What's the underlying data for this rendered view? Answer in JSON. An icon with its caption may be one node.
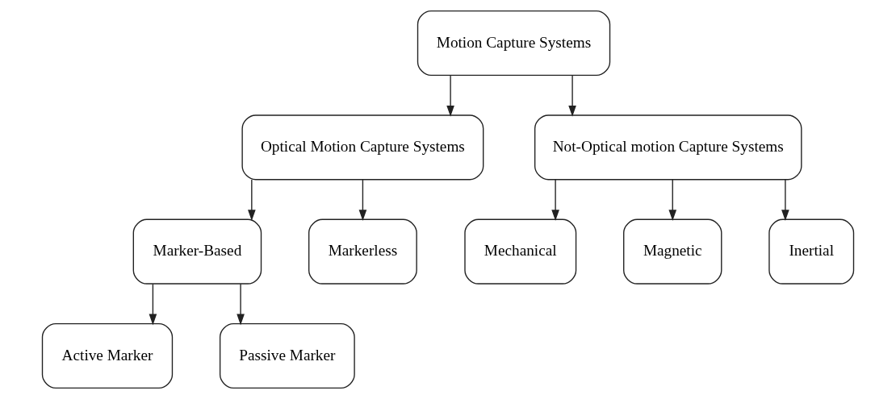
{
  "diagram": {
    "nodes": [
      {
        "text": [
          "Motion Capture Systems"
        ]
      },
      {
        "text": [
          "Optical Motion Capture Systems"
        ]
      },
      {
        "text": [
          "Not-Optical motion Capture Systems"
        ]
      },
      {
        "text": [
          "Marker-Based"
        ]
      },
      {
        "text": [
          "Markerless"
        ]
      },
      {
        "text": [
          "Mechanical"
        ]
      },
      {
        "text": [
          "Magnetic"
        ]
      },
      {
        "text": [
          "Inertial"
        ]
      },
      {
        "text": [
          "Active Marker"
        ]
      },
      {
        "text": [
          "Passive Marker"
        ]
      }
    ],
    "edges": [
      {
        "from": 0,
        "to": 1,
        "arrow": "to"
      },
      {
        "from": 0,
        "to": 2,
        "arrow": "to"
      },
      {
        "from": 1,
        "to": 3,
        "arrow": "to"
      },
      {
        "from": 1,
        "to": 4,
        "arrow": "to"
      },
      {
        "from": 2,
        "to": 5,
        "arrow": "to"
      },
      {
        "from": 2,
        "to": 6,
        "arrow": "to"
      },
      {
        "from": 2,
        "to": 7,
        "arrow": "to"
      },
      {
        "from": 3,
        "to": 8,
        "arrow": "to"
      },
      {
        "from": 3,
        "to": 9,
        "arrow": "to"
      }
    ]
  }
}
